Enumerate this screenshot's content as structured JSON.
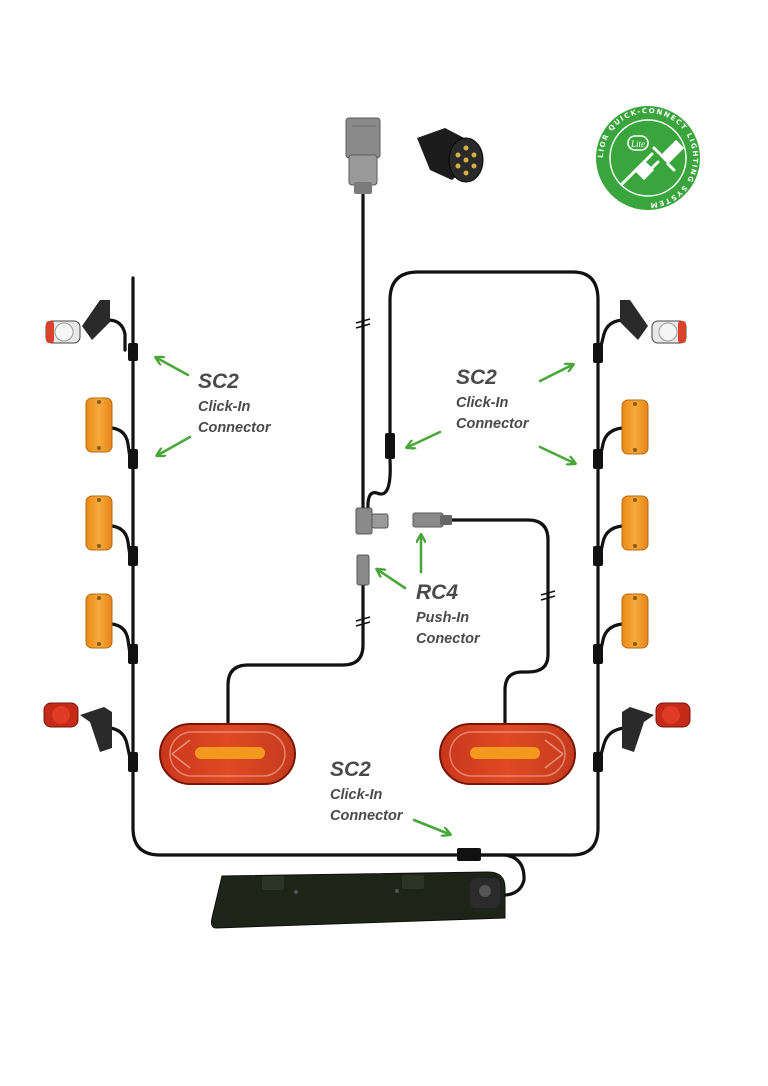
{
  "labels": {
    "sc2_left": {
      "title": "SC2",
      "line1": "Click-In",
      "line2": "Connector"
    },
    "sc2_right": {
      "title": "SC2",
      "line1": "Click-In",
      "line2": "Connector"
    },
    "rc4": {
      "title": "RC4",
      "line1": "Push-In",
      "line2": "Conector"
    },
    "sc2_bottom": {
      "title": "SC2",
      "line1": "Click-In",
      "line2": "Connector"
    }
  },
  "logo": {
    "ring_text": "LIOR QUICK-CONNECT LIGHTING SYSTEM",
    "badge": "Lite"
  },
  "colors": {
    "wire": "#111111",
    "arrow": "#4aa63a",
    "logo_green": "#3aa53c",
    "amber": "#f39a1e",
    "red_lamp": "#d83a1c",
    "label_text": "#4a4a4a"
  },
  "icons": [
    "trailer-plug-icon",
    "plug-connector-icon",
    "quick-connect-logo-icon"
  ]
}
